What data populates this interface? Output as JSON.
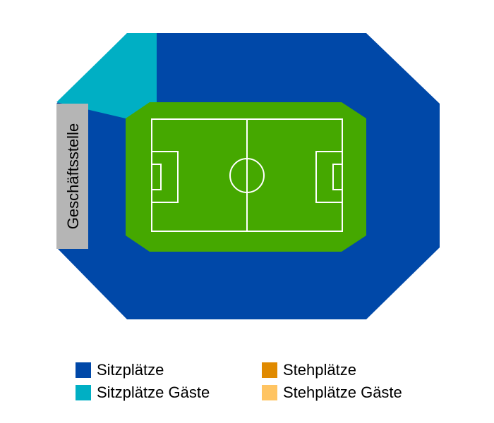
{
  "colors": {
    "seats": "#0048A8",
    "seats_guests": "#00AFC4",
    "standing": "#E08A00",
    "standing_guests": "#FFC462",
    "pitch": "#45A800",
    "office": "#B5B5B5",
    "lines": "#ffffff"
  },
  "office_label": "Geschäftsstelle",
  "legend": {
    "items": [
      {
        "label": "Sitzplätze",
        "color": "#0048A8"
      },
      {
        "label": "Sitzplätze Gäste",
        "color": "#00AFC4"
      },
      {
        "label": "Stehplätze",
        "color": "#E08A00"
      },
      {
        "label": "Stehplätze Gäste",
        "color": "#FFC462"
      }
    ]
  }
}
